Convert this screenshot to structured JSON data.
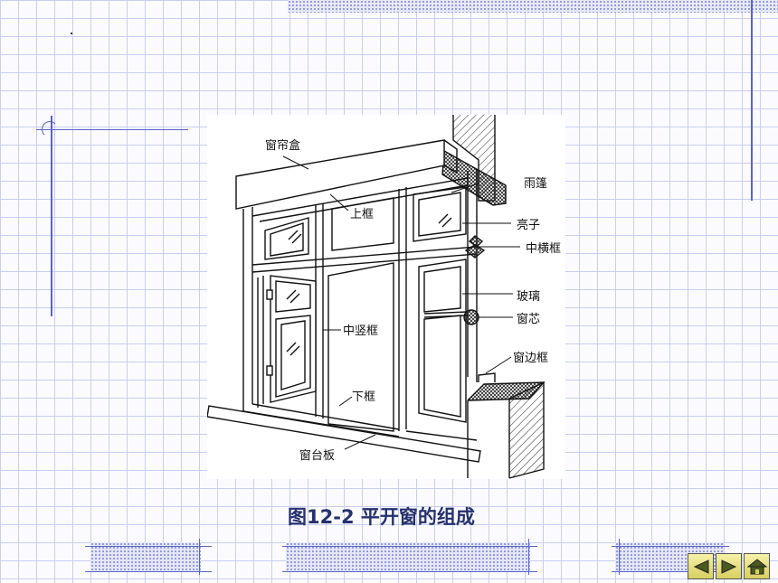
{
  "figure": {
    "caption": "图12-2  平开窗的组成",
    "labels": {
      "curtain_box": "窗帘盒",
      "canopy": "雨篷",
      "top_frame": "上框",
      "transom_light": "亮子",
      "transom_bar": "中横框",
      "glass": "玻璃",
      "mullion": "中竖框",
      "sash_core": "窗芯",
      "jamb": "窗边框",
      "bottom_frame": "下框",
      "window_sill": "窗台板"
    }
  },
  "nav": {
    "prev_icon": "triangle-left-icon",
    "next_icon": "triangle-right-icon",
    "home_icon": "home-icon"
  },
  "colors": {
    "grid": "#c9cdf0",
    "accent": "#5a64c8",
    "caption": "#25306e"
  }
}
